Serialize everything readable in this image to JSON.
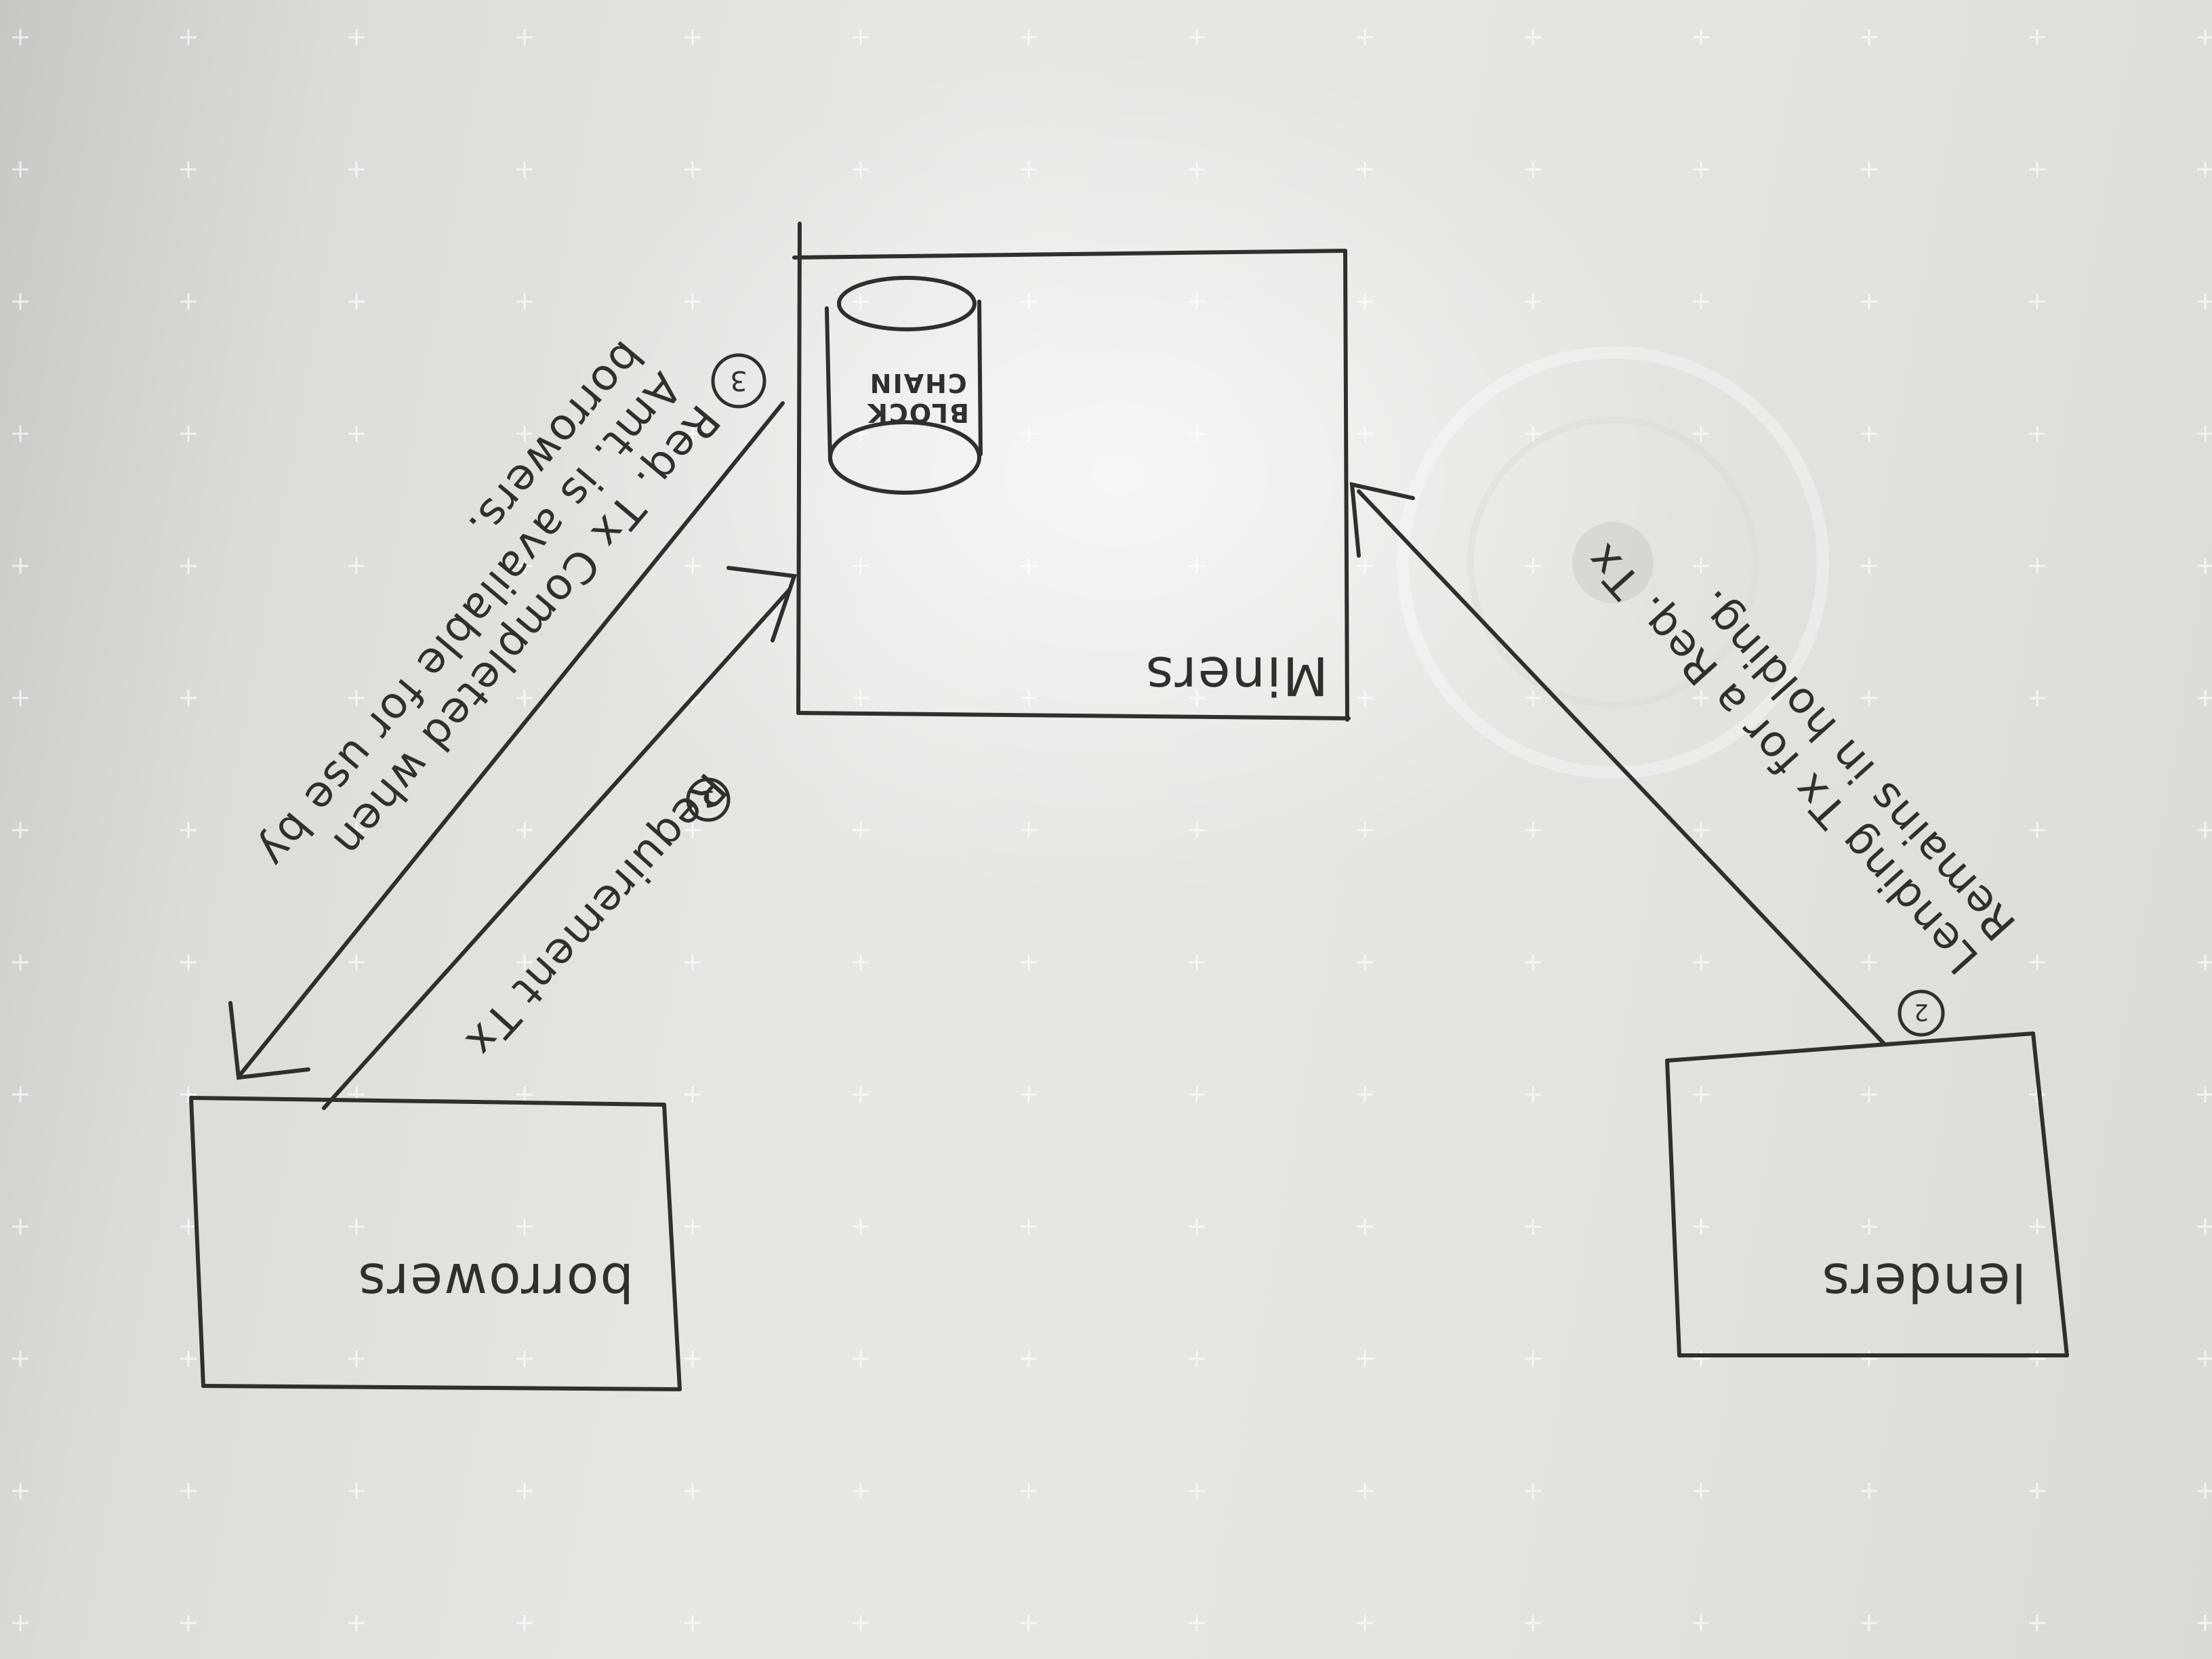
{
  "nodes": {
    "miners": {
      "label": "Miners"
    },
    "borrowers": {
      "label": "borrowers"
    },
    "lenders": {
      "label": "lenders"
    },
    "blockchain": {
      "line1": "BLOCK",
      "line2": "CHAIN"
    }
  },
  "flows": {
    "requirement_tx": {
      "step": "1",
      "label": "Requirement Tx"
    },
    "lending_tx": {
      "step": "2",
      "label": "Lending Tx for a Req. Tx",
      "label2": "Remains in holding."
    },
    "req_completed": {
      "step": "3",
      "label": "Req. Tx Completed when",
      "label2": "Amt. is available for use by",
      "label3": "borrowers."
    }
  },
  "colors": {
    "ink": "#2f2f2c",
    "board": "#e4e5e1",
    "grid_mark": "#ffffff"
  }
}
